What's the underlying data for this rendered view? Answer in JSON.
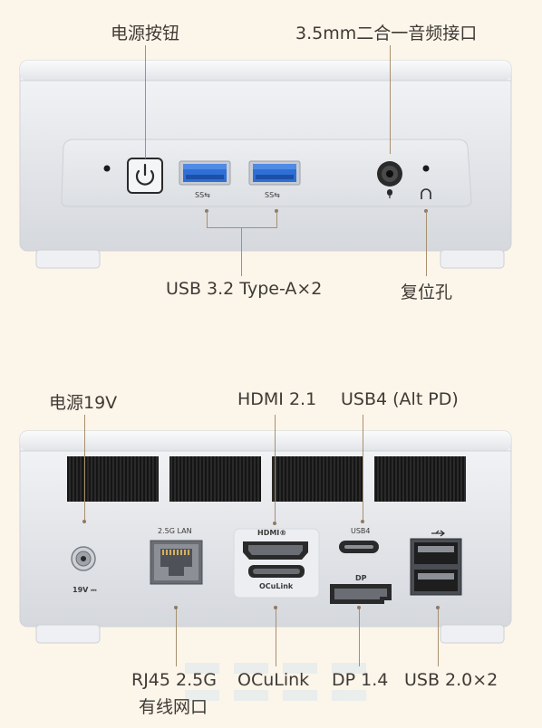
{
  "front": {
    "labels": {
      "power_button": "电源按钮",
      "audio_jack": "3.5mm二合一音频接口",
      "usb_a": "USB 3.2 Type-A×2",
      "reset": "复位孔"
    },
    "port_marks": {
      "usb_left": "SS⇆",
      "usb_right": "SS⇆"
    }
  },
  "rear": {
    "labels": {
      "power": "电源19V",
      "hdmi": "HDMI 2.1",
      "usb4": "USB4 (Alt PD)",
      "rj45_line1": "RJ45 2.5G",
      "rj45_line2": "有线网口",
      "oculink": "OCuLink",
      "dp": "DP 1.4",
      "usb2": "USB 2.0×2"
    },
    "port_marks": {
      "lan": "2.5G LAN",
      "dc_in": "19V ⎓",
      "hdmi_logo": "HDMI®",
      "oculink": "OCuLink",
      "usb4": "USB4",
      "dp": "DP"
    }
  },
  "colors": {
    "background": "#fcf5ea",
    "chassis": "#e6e8ec",
    "usb_blue": "#2f6fd6",
    "leader": "#a89070"
  }
}
